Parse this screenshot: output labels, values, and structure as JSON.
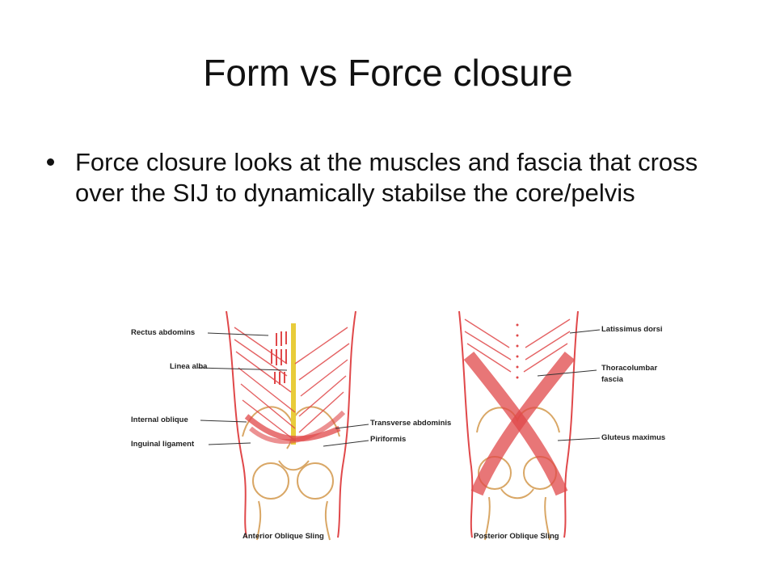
{
  "slide": {
    "title": "Form vs Force closure",
    "bullet": "Force closure looks at the muscles and fascia that cross over the SIJ to dynamically stabilse the core/pelvis"
  },
  "figure": {
    "anterior": {
      "caption": "Anterior Oblique Sling",
      "labels": {
        "rectus": "Rectus abdomins",
        "linea": "Linea alba",
        "internal": "Internal oblique",
        "inguinal": "Inguinal ligament",
        "transverse": "Transverse abdominis",
        "piriformis": "Piriformis"
      }
    },
    "posterior": {
      "caption": "Posterior Oblique Sling",
      "labels": {
        "latissimus": "Latissimus dorsi",
        "thoraco1": "Thoracolumbar",
        "thoraco2": "fascia",
        "gluteus": "Gluteus maximus"
      }
    }
  },
  "colors": {
    "muscle": "#e0484a",
    "bone": "#d9a766",
    "linea": "#e8cc3a"
  }
}
